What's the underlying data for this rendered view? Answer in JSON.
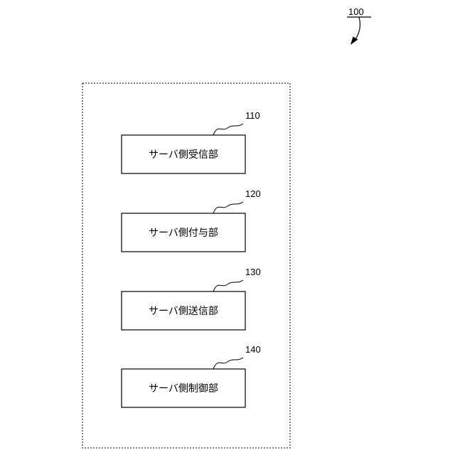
{
  "figure": {
    "reference": "100"
  },
  "container": {
    "blocks": [
      {
        "ref": "110",
        "label": "サーバ側受信部"
      },
      {
        "ref": "120",
        "label": "サーバ側付与部"
      },
      {
        "ref": "130",
        "label": "サーバ側送信部"
      },
      {
        "ref": "140",
        "label": "サーバ側制御部"
      }
    ]
  }
}
